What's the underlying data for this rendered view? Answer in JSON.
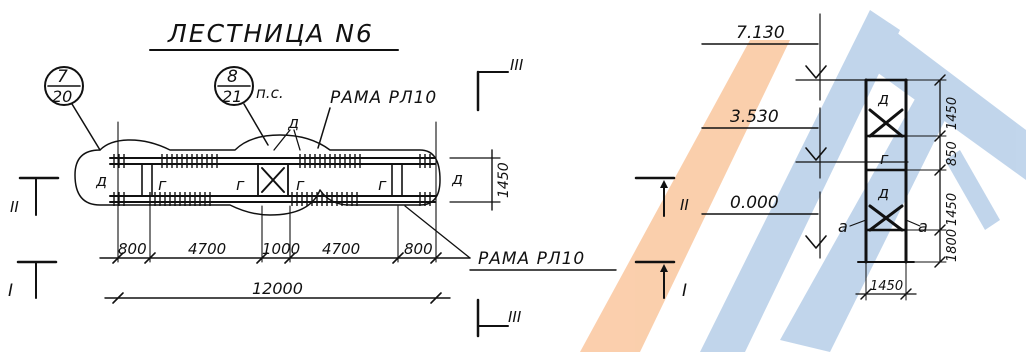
{
  "title": "ЛЕСТНИЦА N6",
  "plan": {
    "callout_left": {
      "top": "7",
      "bottom": "20"
    },
    "callout_mid": {
      "top": "8",
      "bottom": "21",
      "suffix": "п.с."
    },
    "frame_label_top": "РАМА РЛ10",
    "frame_label_bottom": "РАМА РЛ10",
    "mark_d": "д",
    "mark_g": "г",
    "width_dim": "1450",
    "dims": [
      "800",
      "4700",
      "1000",
      "4700",
      "800"
    ],
    "total": "12000",
    "section_II": "II",
    "section_I": "I",
    "section_III": "III"
  },
  "elevation": {
    "levels": [
      "7.130",
      "3.530",
      "0.000"
    ],
    "dims_right": [
      "1450",
      "850",
      "1450",
      "1800"
    ],
    "bottom_dim": "1450",
    "mark_d": "д",
    "mark_g": "г",
    "mark_a": "а",
    "section_II": "II",
    "section_I": "I"
  },
  "colors": {
    "ink": "#111111",
    "watermark_orange": "#f7a86a",
    "watermark_blue": "#8fb4dc"
  }
}
